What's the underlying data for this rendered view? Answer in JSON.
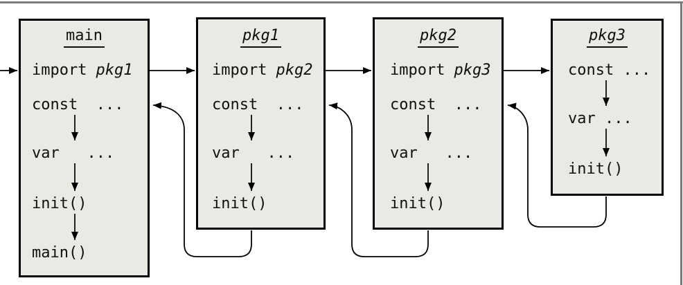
{
  "figure": {
    "description": "Package initialization order diagram: main imports pkg1, pkg1 imports pkg2, pkg2 imports pkg3; each package runs const, var, init() in order, returning control to the importer, ending with main()."
  },
  "boxes": [
    {
      "name": "main",
      "title": "main",
      "rows": {
        "import_keyword": "import",
        "import_arg": "pkg1",
        "const": "const  ...",
        "var": "var   ...",
        "init": "init()",
        "main": "main()"
      }
    },
    {
      "name": "pkg1",
      "title": "pkg1",
      "rows": {
        "import_keyword": "import",
        "import_arg": "pkg2",
        "const": "const  ...",
        "var": "var   ...",
        "init": "init()"
      }
    },
    {
      "name": "pkg2",
      "title": "pkg2",
      "rows": {
        "import_keyword": "import",
        "import_arg": "pkg3",
        "const": "const  ...",
        "var": "var   ...",
        "init": "init()"
      }
    },
    {
      "name": "pkg3",
      "title": "pkg3",
      "rows": {
        "const": "const ...",
        "var": "var ...",
        "init": "init()"
      }
    }
  ],
  "colors": {
    "box_fill": "#EAE9E4",
    "box_border": "#000000",
    "frame_border": "#7B7B7B",
    "connector": "#000000",
    "text": "#101010"
  }
}
